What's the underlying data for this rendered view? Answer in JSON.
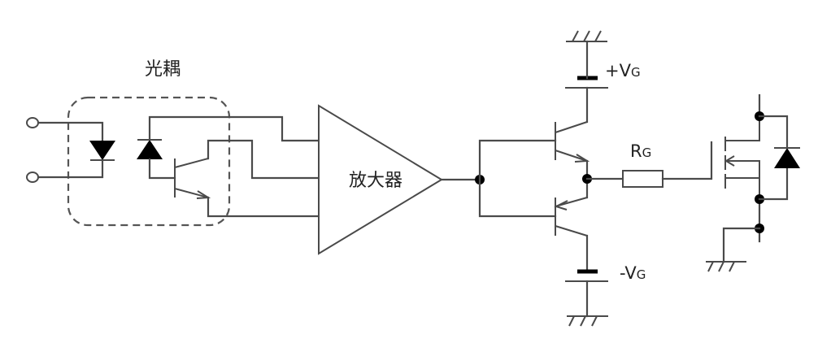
{
  "labels": {
    "optocoupler": "光耦",
    "amplifier": "放大器",
    "pos_supply": "+V",
    "pos_supply_sub": "G",
    "neg_supply": "-V",
    "neg_supply_sub": "G",
    "gate_resistor": "R",
    "gate_resistor_sub": "G"
  },
  "components": [
    {
      "id": "input-terminal-1",
      "type": "terminal"
    },
    {
      "id": "input-terminal-2",
      "type": "terminal"
    },
    {
      "id": "optocoupler",
      "type": "optocoupler",
      "parts": [
        "led",
        "photodiode",
        "phototransistor"
      ]
    },
    {
      "id": "amplifier",
      "type": "amplifier"
    },
    {
      "id": "npn-transistor",
      "type": "bjt-npn"
    },
    {
      "id": "pnp-transistor",
      "type": "bjt-pnp"
    },
    {
      "id": "pos-supply-battery",
      "type": "battery"
    },
    {
      "id": "neg-supply-battery",
      "type": "battery"
    },
    {
      "id": "gate-resistor",
      "type": "resistor"
    },
    {
      "id": "power-mosfet",
      "type": "mosfet"
    },
    {
      "id": "freewheel-diode",
      "type": "diode"
    },
    {
      "id": "ground",
      "type": "ground",
      "count": 3
    }
  ]
}
